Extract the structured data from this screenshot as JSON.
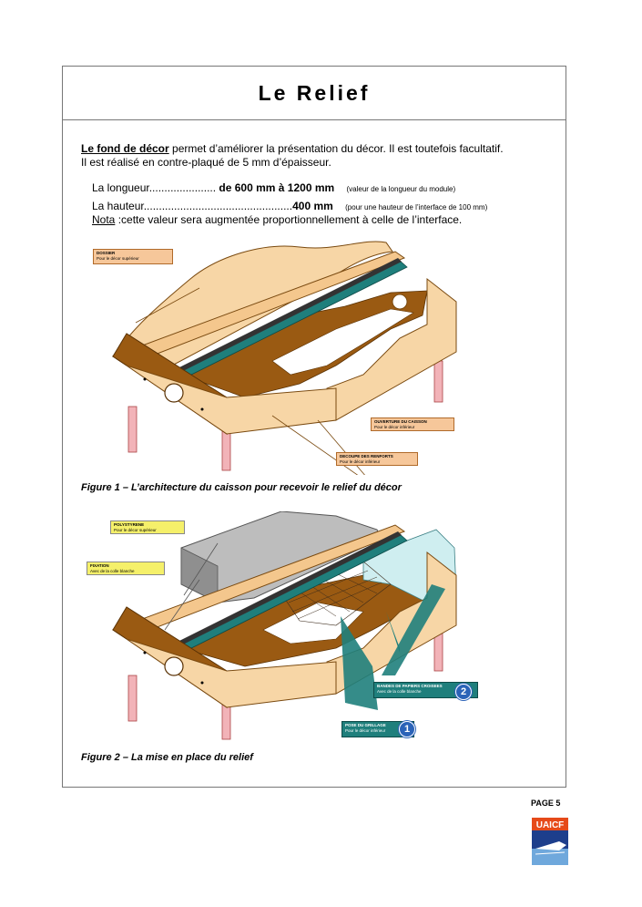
{
  "title": "Le Relief",
  "intro": {
    "lead": "Le fond de décor",
    "line1_rest": " permet d’améliorer la présentation du décor. Il est toutefois facultatif.",
    "line2": "Il est réalisé en contre-plaqué de 5 mm d’épaisseur."
  },
  "rows": {
    "longueur_label": "La longueur......................",
    "longueur_value": "de 600 mm à 1200 mm",
    "longueur_note": "(valeur de la longueur du module)",
    "hauteur_label": "La hauteur.................................................",
    "hauteur_value": "400 mm",
    "hauteur_note": "(pour une hauteur de l’interface de 100 mm)",
    "nota_label": "Nota",
    "nota_text": " :cette valeur sera augmentée proportionnellement à celle de l’interface."
  },
  "figure1": {
    "caption": "Figure 1 – L’architecture du caisson pour recevoir le relief du décor",
    "labels": {
      "dossier_title": "DOSSIER",
      "dossier_sub": "Pour le décor supérieur",
      "ouverture_title": "OUVERTURE DU CAISSON",
      "ouverture_sub": "Pour le décor inférieur",
      "decoupe_title": "DECOUPE DES RENFORTS",
      "decoupe_sub": "Pour le décor inférieur"
    }
  },
  "figure2": {
    "caption": "Figure 2 – La mise en place du relief",
    "labels": {
      "polystyrene_title": "POLYSTYRENE",
      "polystyrene_sub": "Pour le décor supérieur",
      "fixation_title": "FIXATION",
      "fixation_sub": "Avec de la colle blanche",
      "bandes_title": "BANDES DE PAPIERS CROISEES",
      "bandes_sub": "Avec de la colle blanche",
      "bandes_num": "2",
      "pose_title": "POSE DU GRILLAGE",
      "pose_sub": "Pour le décor inférieur",
      "pose_num": "1"
    }
  },
  "footer": {
    "page": "PAGE 5",
    "logo_text": "UAICF"
  },
  "colors": {
    "wood_light": "#f7d6a6",
    "wood_dark": "#9a5a12",
    "leg": "#f2b3b8",
    "rail_teal": "#1f7f7c",
    "label_orange": "#f6c79a",
    "label_yellow": "#f5f06a",
    "badge_blue": "#2b63b8"
  }
}
